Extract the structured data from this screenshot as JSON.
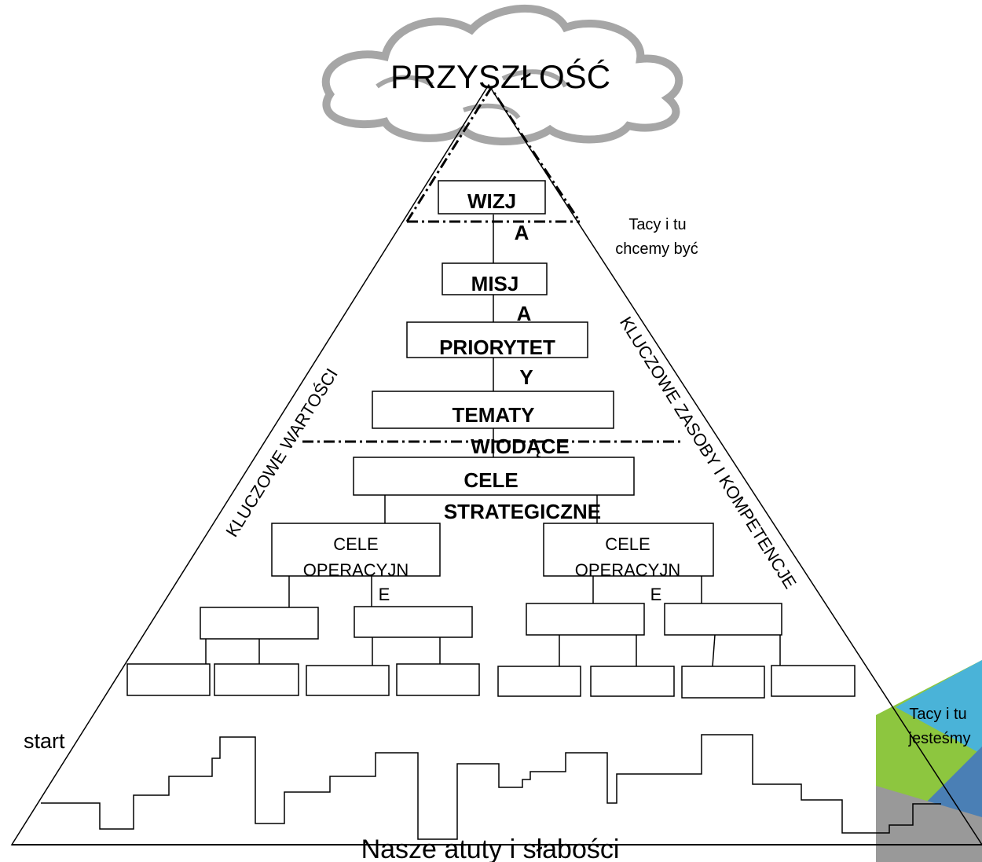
{
  "cloud_label": "PRZYSZŁOŚĆ",
  "vision": [
    "WIZJ",
    "A"
  ],
  "mission": [
    "MISJ",
    "A"
  ],
  "priorities": [
    "PRIORYTET",
    "Y"
  ],
  "themes": [
    "TEMATY",
    "WIODĄCE"
  ],
  "strategic_goals": [
    "CELE",
    "STRATEGICZNE"
  ],
  "operational_left": [
    "CELE",
    "OPERACYJN",
    "E"
  ],
  "operational_right": [
    "CELE",
    "OPERACYJN",
    "E"
  ],
  "target_note": [
    "Tacy i tu",
    "chcemy być"
  ],
  "current_note": [
    "Tacy i tu",
    "jesteśmy"
  ],
  "left_side_label": "KLUCZOWE WARTOŚCI",
  "right_side_label": "KLUCZOWE ZASOBY I KOMPETENCJE",
  "start_label": "start",
  "base_label": "Nasze atuty i słabości",
  "colors": {
    "line": "#000000",
    "cloud_stroke": "#a6a6a6",
    "logo_blue": "#4ab3d8",
    "logo_green": "#8dc63f",
    "logo_gray": "#999999",
    "logo_dark_blue": "#4a7fb5"
  }
}
